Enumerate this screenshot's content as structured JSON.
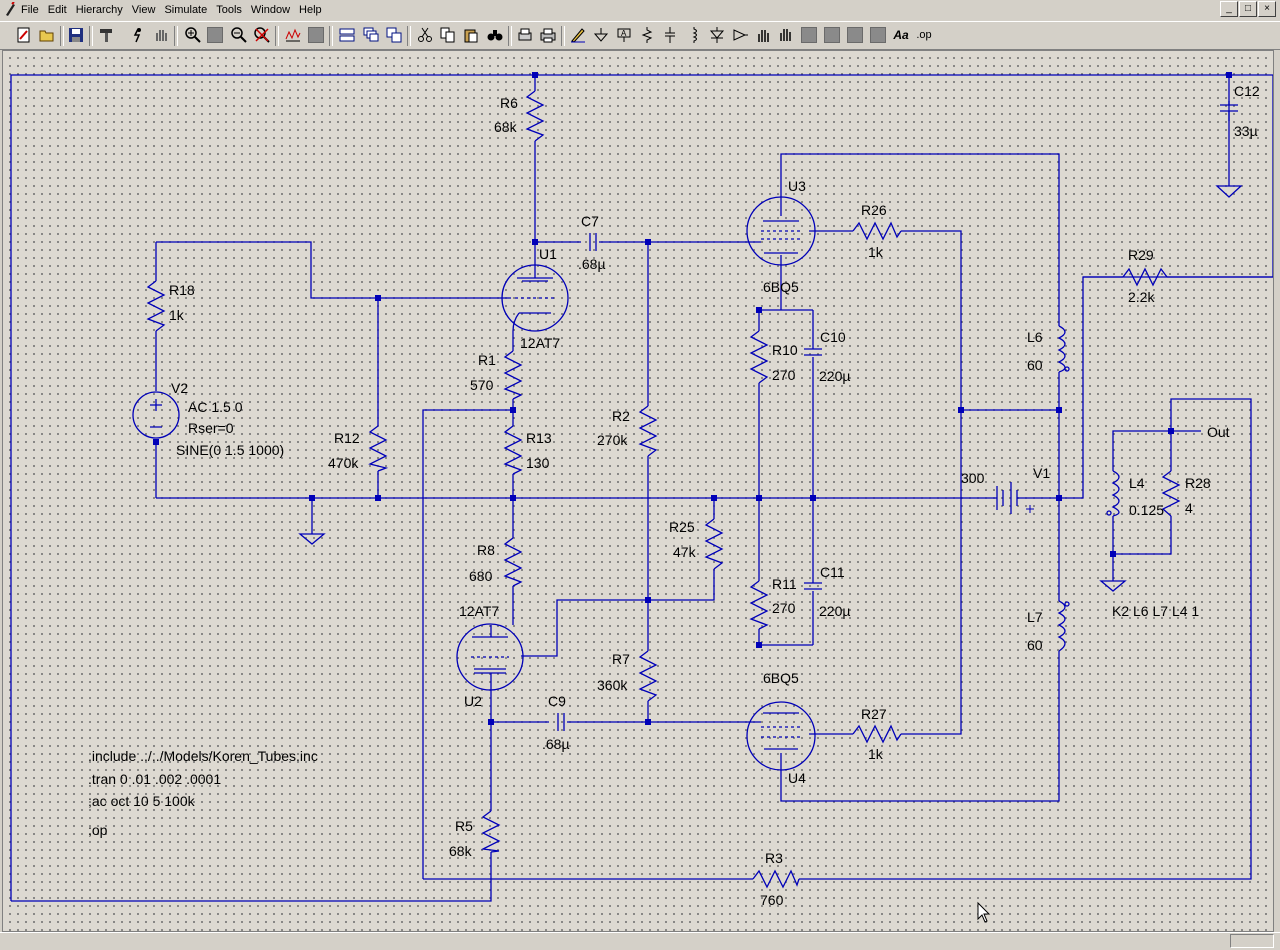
{
  "menubar": {
    "items": [
      "File",
      "Edit",
      "Hierarchy",
      "View",
      "Simulate",
      "Tools",
      "Window",
      "Help"
    ],
    "icon": "ltspice-pen-icon",
    "window_buttons": [
      "_",
      "□",
      "×"
    ]
  },
  "toolbar": {
    "tools": [
      "new-schematic",
      "open",
      "save",
      "control-panel",
      "run",
      "halt",
      "zoom-in",
      "pan",
      "zoom-out",
      "zoom-fit",
      "autorange",
      "grid",
      "tile-horizontal",
      "cascade",
      "tile-vertical",
      "cut",
      "copy",
      "find",
      "print-preview",
      "print",
      "draw-wire",
      "ground",
      "label-net",
      "resistor",
      "capacitor",
      "inductor",
      "diode",
      "component",
      "move",
      "drag",
      "undo",
      "redo",
      "rotate",
      "mirror",
      "text",
      "spice-directive"
    ],
    "text_label": "Aa",
    "op_label": ".op"
  },
  "schematic": {
    "components": [
      {
        "ref": "R6",
        "value": "68k"
      },
      {
        "ref": "C12",
        "value": "33µ"
      },
      {
        "ref": "C7",
        "value": ".68µ"
      },
      {
        "ref": "U1",
        "value": "12AT7"
      },
      {
        "ref": "U3",
        "value": "6BQ5"
      },
      {
        "ref": "R26",
        "value": "1k"
      },
      {
        "ref": "R29",
        "value": "2.2k"
      },
      {
        "ref": "R18",
        "value": "1k"
      },
      {
        "ref": "R1",
        "value": "570"
      },
      {
        "ref": "R10",
        "value": "270"
      },
      {
        "ref": "C10",
        "value": "220µ"
      },
      {
        "ref": "L6",
        "value": "60"
      },
      {
        "ref": "V2",
        "value": "AC 1.5 0"
      },
      {
        "ref": "R2",
        "value": "270k"
      },
      {
        "ref": "R12",
        "value": "470k"
      },
      {
        "ref": "R13",
        "value": "130"
      },
      {
        "ref": "V1",
        "value": "300"
      },
      {
        "ref": "L4",
        "value": "0.125"
      },
      {
        "ref": "R28",
        "value": "4"
      },
      {
        "ref": "R25",
        "value": "47k"
      },
      {
        "ref": "R8",
        "value": "680"
      },
      {
        "ref": "R11",
        "value": "270"
      },
      {
        "ref": "C11",
        "value": "220µ"
      },
      {
        "ref": "U2",
        "value": "12AT7"
      },
      {
        "ref": "R7",
        "value": "360k"
      },
      {
        "ref": "L7",
        "value": "60"
      },
      {
        "ref": "U4",
        "value": "6BQ5"
      },
      {
        "ref": "C9",
        "value": ".68µ"
      },
      {
        "ref": "R27",
        "value": "1k"
      },
      {
        "ref": "R5",
        "value": "68k"
      },
      {
        "ref": "R3",
        "value": "760"
      }
    ],
    "v2_extra": [
      "Rser=0",
      "SINE(0 1.5 1000)"
    ],
    "net_label": "Out",
    "coupling": "K2 L6 L7 L4 1",
    "directives": [
      ".include ../../Models/Koren_Tubes.inc",
      ".tran 0 .01 .002 .0001",
      ";ac oct 10 5 100k",
      ";op"
    ]
  },
  "colors": {
    "wire": "#0000b8",
    "background": "#ddd9d1",
    "chrome": "#d4d0c8"
  }
}
